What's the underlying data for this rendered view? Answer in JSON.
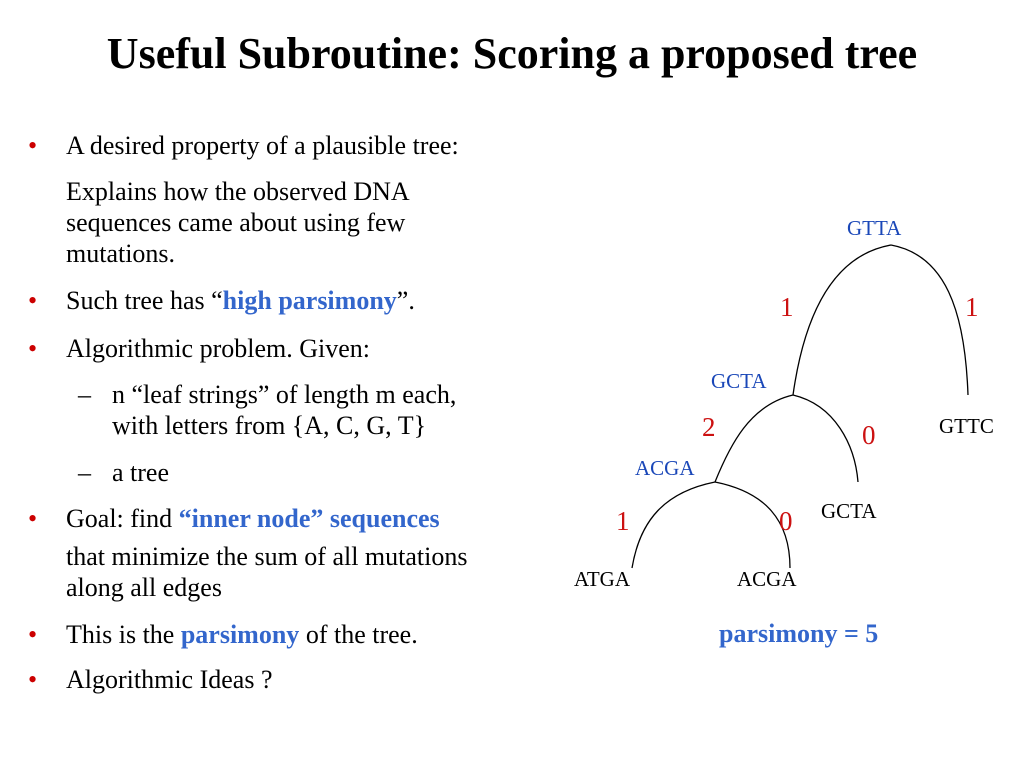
{
  "title": "Useful Subroutine: Scoring a proposed tree",
  "bullets": {
    "b1_line1": "A desired property of a plausible tree:",
    "b1_line2": "Explains how the observed DNA",
    "b1_line3": "sequences came about using few",
    "b1_line4": "mutations.",
    "b2_pre": "Such tree has “",
    "b2_hl": "high parsimony",
    "b2_post": "”.",
    "b3": "Algorithmic problem. Given:",
    "sub1_line1": "n “leaf strings” of length m each,",
    "sub1_line2": "with letters from {A, C, G, T}",
    "sub2": "a tree",
    "b4_pre": "Goal: find ",
    "b4_hl": "“inner node” sequences",
    "b4_line2": "that minimize the sum of all mutations",
    "b4_line3": "along all edges",
    "b5_pre": "This is the ",
    "b5_hl": "parsimony",
    "b5_post": " of the tree.",
    "b6": "Algorithmic Ideas ?",
    "bullet_char": "•",
    "dash_char": "–"
  },
  "tree": {
    "nodes": {
      "root": "GTTA",
      "inner1": "GCTA",
      "inner2": "ACGA",
      "leaf_gttc": "GTTC",
      "leaf_gcta": "GCTA",
      "leaf_atga": "ATGA",
      "leaf_acga": "ACGA"
    },
    "edge_weights": {
      "root_left": "1",
      "root_right": "1",
      "inner1_left": "2",
      "inner1_right": "0",
      "inner2_left": "1",
      "inner2_right": "0"
    },
    "parsimony_label": "parsimony = 5"
  },
  "colors": {
    "bullet": "#cc0000",
    "highlight": "#3366cc",
    "inner_node": "#1a47b8",
    "edge_weight": "#cc1111"
  }
}
